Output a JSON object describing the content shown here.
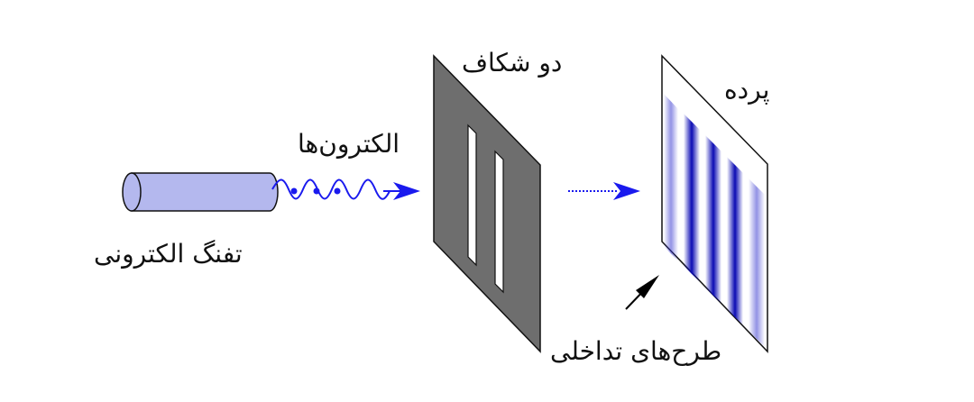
{
  "labels": {
    "slits": "دو شکاف",
    "screen": "پرده",
    "electrons": "الکترون‌ها",
    "gun": "تفنگ الکترونی",
    "pattern": "طرح‌های تداخلی"
  },
  "colors": {
    "gun_fill": "#b4b8ee",
    "wave": "#1a1aee",
    "arrow": "#1a1aee",
    "slit_plate": "#6e6e6e",
    "fringe": "#0a0ab4",
    "annotation_arrow": "#000000"
  },
  "icons": {
    "gun": "cylinder-electron-gun-icon",
    "electrons": "wave-packet-icon"
  },
  "fringe_count": 4
}
